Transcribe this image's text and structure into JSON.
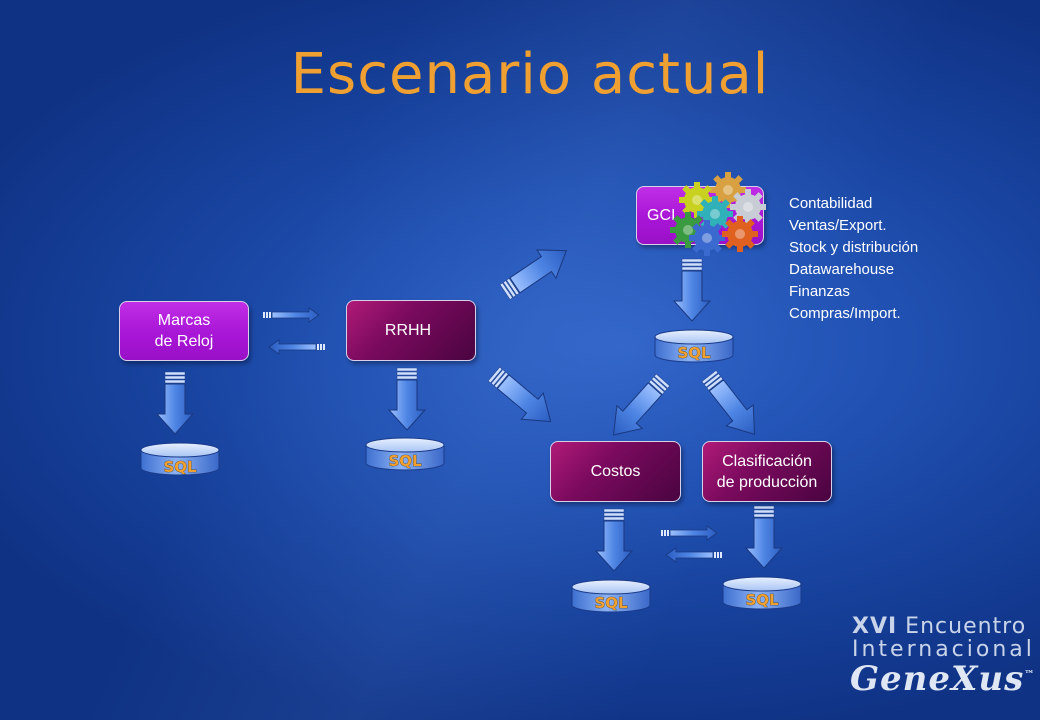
{
  "slide": {
    "title": "Escenario actual"
  },
  "nodes": {
    "marcas": [
      "Marcas",
      "de Reloj"
    ],
    "rrhh": "RRHH",
    "gci": "GCI",
    "costos": "Costos",
    "clasificacion": [
      "Clasificación",
      "de producción"
    ]
  },
  "gci_modules": [
    "Contabilidad",
    "Ventas/Export.",
    "Stock y distribución",
    "Datawarehouse",
    "Finanzas",
    "Compras/Import."
  ],
  "databases": {
    "label": "SQL"
  },
  "brand": {
    "line1_bold": "XVI",
    "line1_rest": " Encuentro",
    "line2": "Internacional",
    "line3": "GeneXus",
    "tm": "™"
  },
  "colors": {
    "background": "#1c4aa8",
    "title": "#f0a030",
    "arrow_fill": "#4f8ae6",
    "db_fill": "#5a8ee0",
    "box_purple": "#b020e0",
    "box_dark": "#6a0a52"
  },
  "icons": [
    "gears-icon",
    "arrow-icon",
    "database-icon"
  ]
}
